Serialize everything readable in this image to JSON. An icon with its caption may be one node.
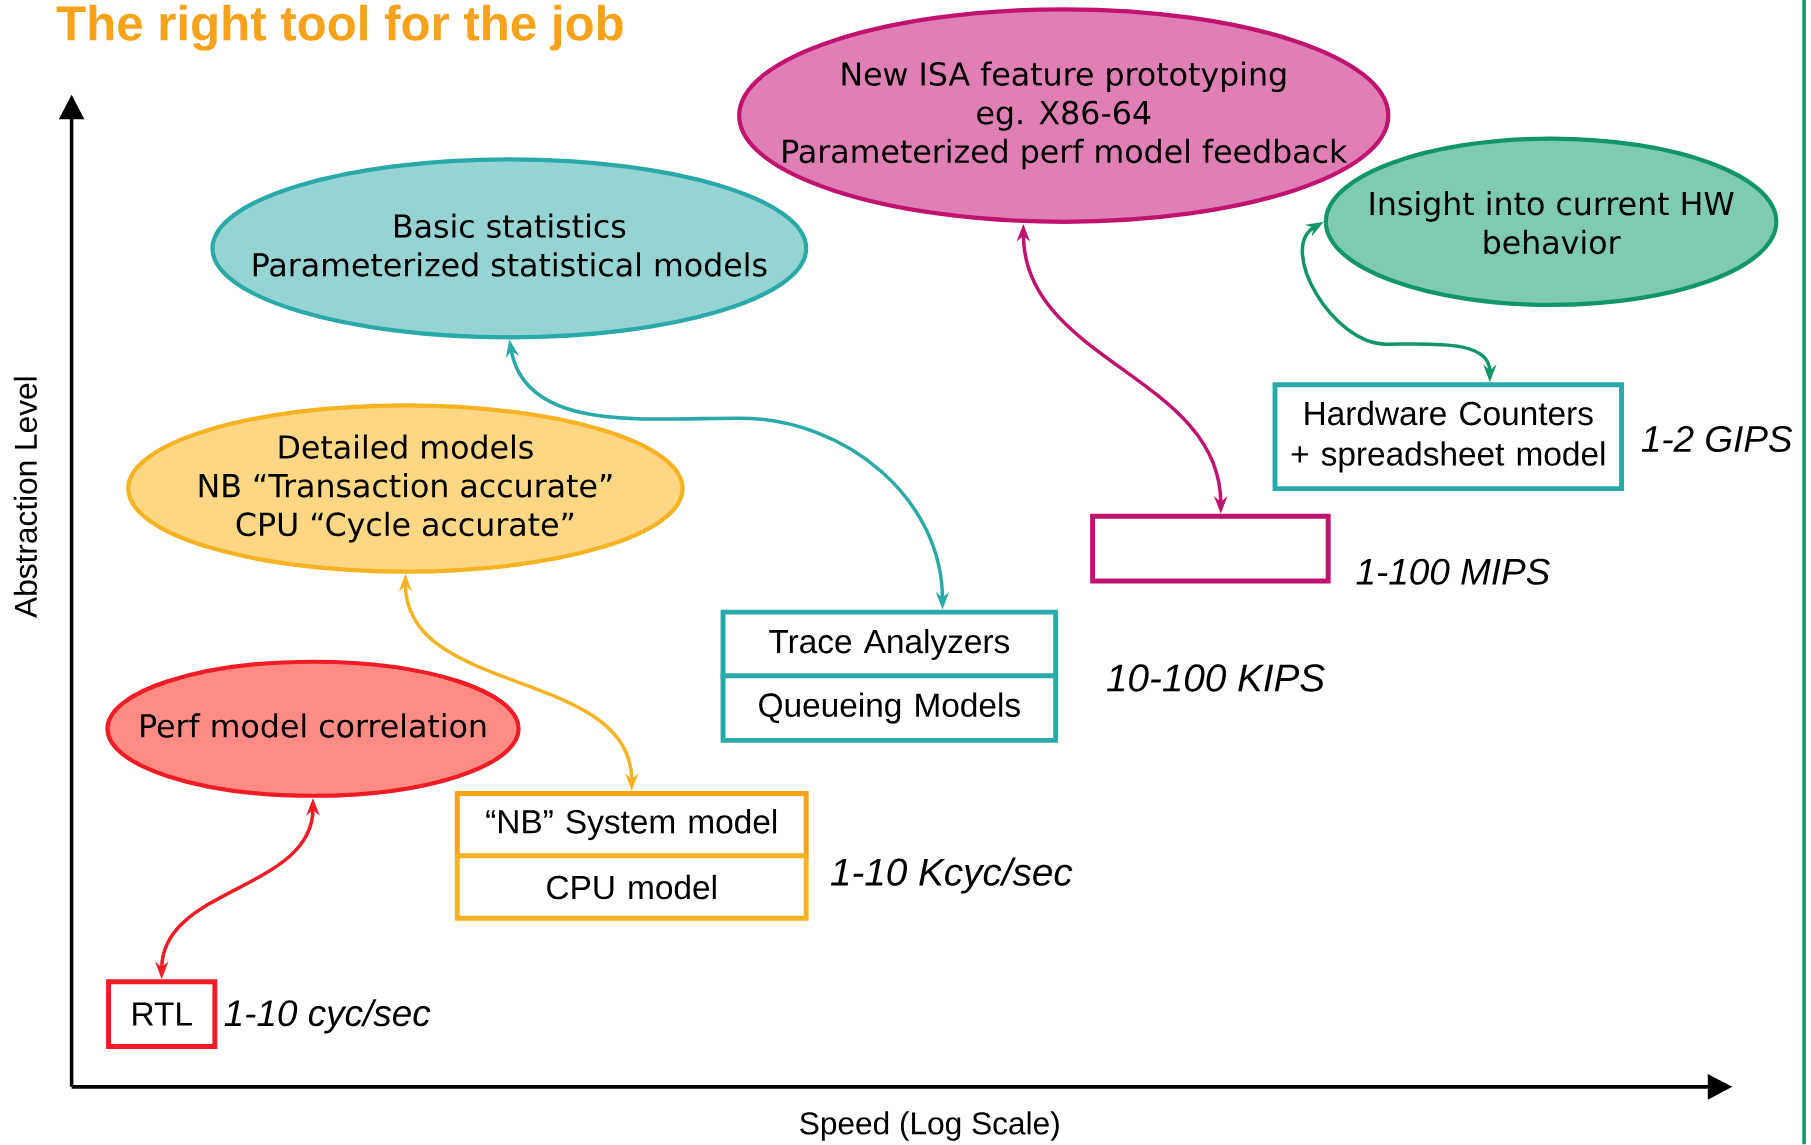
{
  "diagram": {
    "title": "The right tool for the job",
    "nodes": [
      {
        "text": [
          "New ISA feature prototyping",
          "eg. X86-64",
          "Parameterized perf model feedback"
        ]
      },
      {
        "text": [
          "Insight into current HW behavior"
        ]
      },
      {
        "text": [
          "Basic statistics",
          "Parameterized statistical models"
        ]
      },
      {
        "text": [
          "Detailed models",
          "NB “Transaction accurate”",
          "CPU “Cycle accurate”"
        ]
      },
      {
        "text": [
          "Perf model correlation"
        ]
      },
      {
        "text": [
          "Hardware Counters + spreadsheet model"
        ],
        "beside": [
          "1-2 GIPS"
        ]
      },
      {
        "text": [],
        "shape": "box",
        "beside": [
          "1-100 MIPS"
        ]
      },
      {
        "text": [
          "Trace Analyzers"
        ]
      },
      {
        "text": [
          "Queueing Models"
        ]
      },
      {
        "text": [
          "“NB” System model"
        ]
      },
      {
        "text": [
          "CPU model"
        ]
      },
      {
        "text": [
          "RTL"
        ],
        "beside": [
          "1-10 cyc/sec"
        ]
      }
    ],
    "edges": [
      {
        "from": 11,
        "to": 4,
        "arrow": "both",
        "color": "#ee1c24"
      },
      {
        "from": 9,
        "to": 3,
        "arrow": "both",
        "color": "#f5b324"
      },
      {
        "from": 7,
        "to": 2,
        "arrow": "both",
        "color": "#2aa9a9"
      },
      {
        "from": 6,
        "to": 0,
        "arrow": "both",
        "color": "#c0126f"
      },
      {
        "from": 5,
        "to": 1,
        "arrow": "both",
        "color": "#13956b"
      }
    ],
    "labels": [
      "10-100 KIPS",
      "1-10 Kcyc/sec",
      "Abstraction Level",
      "Speed (Log Scale)"
    ]
  }
}
